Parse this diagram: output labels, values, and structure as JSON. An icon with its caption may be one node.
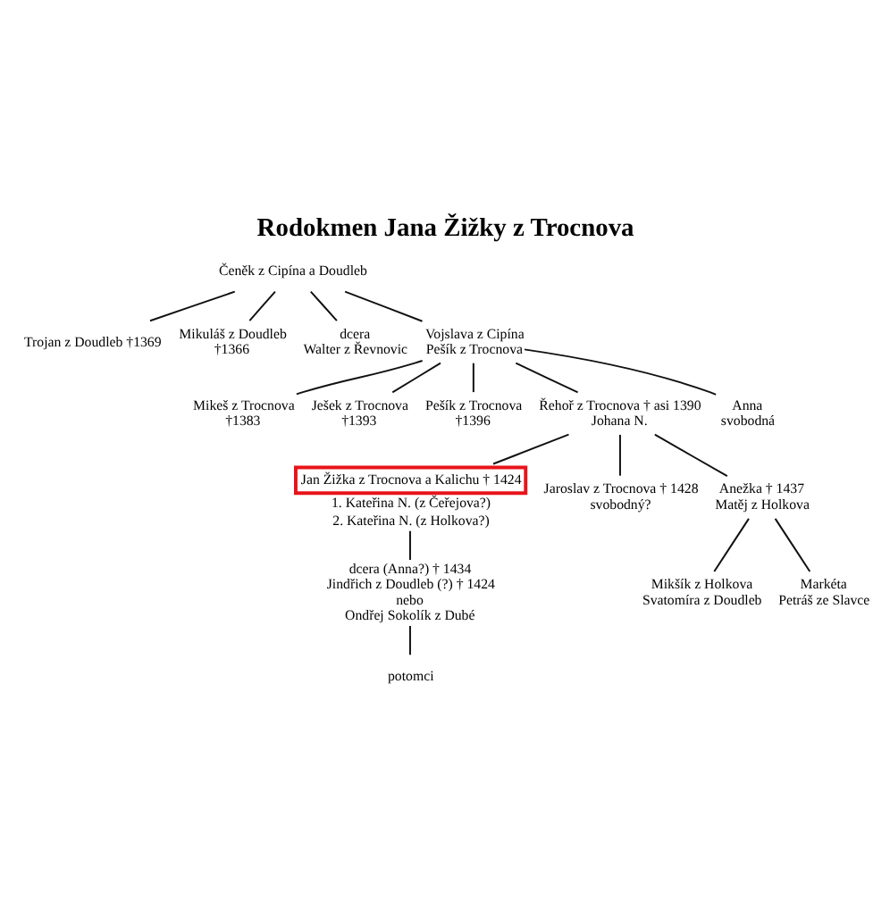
{
  "diagram": {
    "title": "Rodokmen Jana Žižky z Trocnova",
    "nodes": [
      {
        "text": [
          "Čeněk z Cipína a Doudleb"
        ]
      },
      {
        "text": [
          "Trojan z Doudleb †1369"
        ]
      },
      {
        "text": [
          "Mikuláš z Doudleb",
          "†1366"
        ]
      },
      {
        "text": [
          "dcera",
          "Walter z Řevnovic"
        ]
      },
      {
        "text": [
          "Vojslava z Cipína",
          "Pešík z Trocnova"
        ]
      },
      {
        "text": [
          "Mikeš z Trocnova",
          "†1383"
        ]
      },
      {
        "text": [
          "Ješek z Trocnova",
          "†1393"
        ]
      },
      {
        "text": [
          "Pešík z Trocnova",
          "†1396"
        ]
      },
      {
        "text": [
          "Řehoř z Trocnova † asi 1390",
          "Johana N."
        ]
      },
      {
        "text": [
          "Anna",
          "svobodná"
        ]
      },
      {
        "text": [
          "Jan Žižka z Trocnova a Kalichu † 1424"
        ],
        "beside": [
          "1. Kateřina N. (z Čeřejova?)",
          "2. Kateřina N. (z Holkova?)"
        ]
      },
      {
        "text": [
          "Jaroslav z Trocnova † 1428",
          "svobodný?"
        ]
      },
      {
        "text": [
          "Anežka † 1437",
          "Matěj z Holkova"
        ]
      },
      {
        "text": [
          "dcera (Anna?) † 1434",
          "Jindřich z Doudleb (?) † 1424",
          "nebo",
          "Ondřej Sokolík z Dubé"
        ]
      },
      {
        "text": [
          "Mikšík z Holkova",
          "Svatomíra z Doudleb"
        ]
      },
      {
        "text": [
          "Markéta",
          "Petráš ze Slavce"
        ]
      },
      {
        "text": [
          "potomci"
        ]
      }
    ],
    "edges": [
      {
        "from": 0,
        "to": 1,
        "arrow": "none"
      },
      {
        "from": 0,
        "to": 2,
        "arrow": "none"
      },
      {
        "from": 0,
        "to": 3,
        "arrow": "none"
      },
      {
        "from": 0,
        "to": 4,
        "arrow": "none"
      },
      {
        "from": 4,
        "to": 5,
        "arrow": "none"
      },
      {
        "from": 4,
        "to": 6,
        "arrow": "none"
      },
      {
        "from": 4,
        "to": 7,
        "arrow": "none"
      },
      {
        "from": 4,
        "to": 8,
        "arrow": "none"
      },
      {
        "from": 4,
        "to": 9,
        "arrow": "none"
      },
      {
        "from": 8,
        "to": 10,
        "arrow": "none"
      },
      {
        "from": 8,
        "to": 11,
        "arrow": "none"
      },
      {
        "from": 8,
        "to": 12,
        "arrow": "none"
      },
      {
        "from": 10,
        "to": 13,
        "arrow": "none"
      },
      {
        "from": 12,
        "to": 14,
        "arrow": "none"
      },
      {
        "from": 12,
        "to": 15,
        "arrow": "none"
      },
      {
        "from": 13,
        "to": 16,
        "arrow": "none"
      }
    ]
  }
}
